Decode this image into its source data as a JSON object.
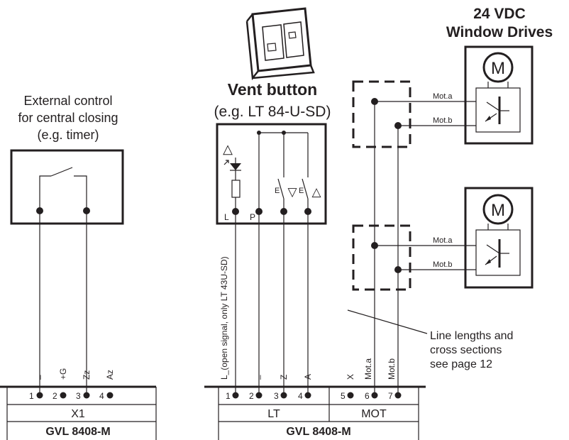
{
  "external_control": {
    "line1": "External control",
    "line2": "for central closing",
    "line3": "(e.g. timer)"
  },
  "vent_button": {
    "title": "Vent button",
    "subtitle": "(e.g. LT 84-U-SD)",
    "pin_l": "L",
    "pin_p": "P",
    "switch_label_e1": "E",
    "switch_label_e2": "E",
    "symbol_up": "△",
    "symbol_down": "▽",
    "open_signal_note": "L_(open signal, only LT 43U-SD)"
  },
  "window_drives": {
    "title_line1": "24 VDC",
    "title_line2": "Window Drives",
    "motor_symbol": "M",
    "wire_a": "Mot.a",
    "wire_b": "Mot.b"
  },
  "note": {
    "line1": "Line lengths and",
    "line2": "cross sections",
    "line3": "see page 12"
  },
  "terminal_left": {
    "wire_labels": [
      "–",
      "+G",
      "Zz",
      "Az"
    ],
    "terminal_numbers": [
      "1",
      "2",
      "3",
      "4"
    ],
    "block_label": "X1",
    "device_label": "GVL 8408-M"
  },
  "terminal_right": {
    "wire_labels": [
      "–",
      "Z",
      "A",
      "X",
      "Mot.a",
      "Mot.b"
    ],
    "terminal_numbers": [
      "1",
      "2",
      "3",
      "4",
      "5",
      "6",
      "7"
    ],
    "block_label_lt": "LT",
    "block_label_mot": "MOT",
    "device_label": "GVL 8408-M"
  }
}
